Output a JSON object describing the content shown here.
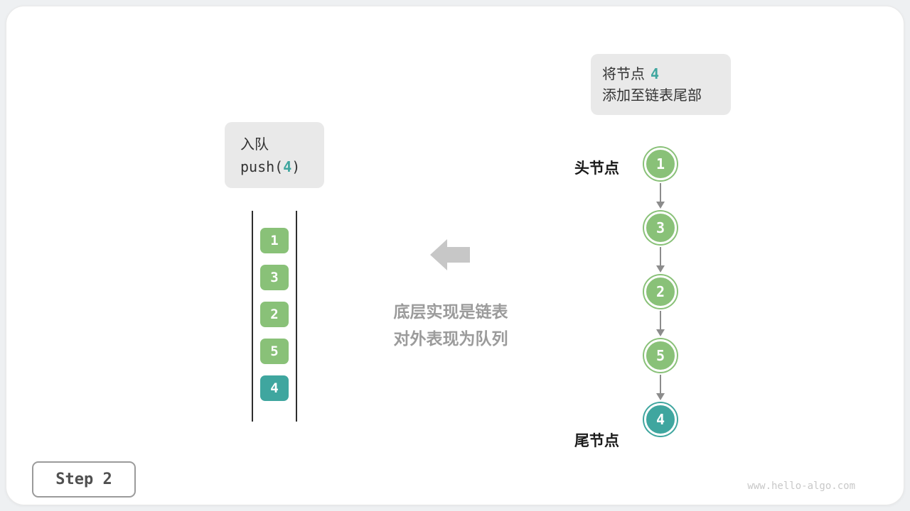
{
  "colors": {
    "green": "#89C178",
    "teal": "#3FA69F",
    "box_bg": "#E9E9E9",
    "gray_text": "#9B9B9B",
    "arrow_gray": "#C7C7C7",
    "link_gray": "#8C8C8C"
  },
  "annotation": {
    "line1_prefix": "将节点",
    "line1_value": "4",
    "line2": "添加至链表尾部"
  },
  "operation": {
    "title": "入队",
    "code_prefix": "push(",
    "code_value": "4",
    "code_suffix": ")"
  },
  "queue": {
    "items": [
      {
        "value": "1",
        "type": "green"
      },
      {
        "value": "3",
        "type": "green"
      },
      {
        "value": "2",
        "type": "green"
      },
      {
        "value": "5",
        "type": "green"
      },
      {
        "value": "4",
        "type": "teal"
      }
    ]
  },
  "caption": {
    "line1": "底层实现是链表",
    "line2": "对外表现为队列"
  },
  "linked_list": {
    "head_label": "头节点",
    "tail_label": "尾节点",
    "nodes": [
      {
        "value": "1",
        "type": "green"
      },
      {
        "value": "3",
        "type": "green"
      },
      {
        "value": "2",
        "type": "green"
      },
      {
        "value": "5",
        "type": "green"
      },
      {
        "value": "4",
        "type": "teal"
      }
    ]
  },
  "footer": {
    "step_label": "Step 2",
    "watermark": "www.hello-algo.com"
  }
}
